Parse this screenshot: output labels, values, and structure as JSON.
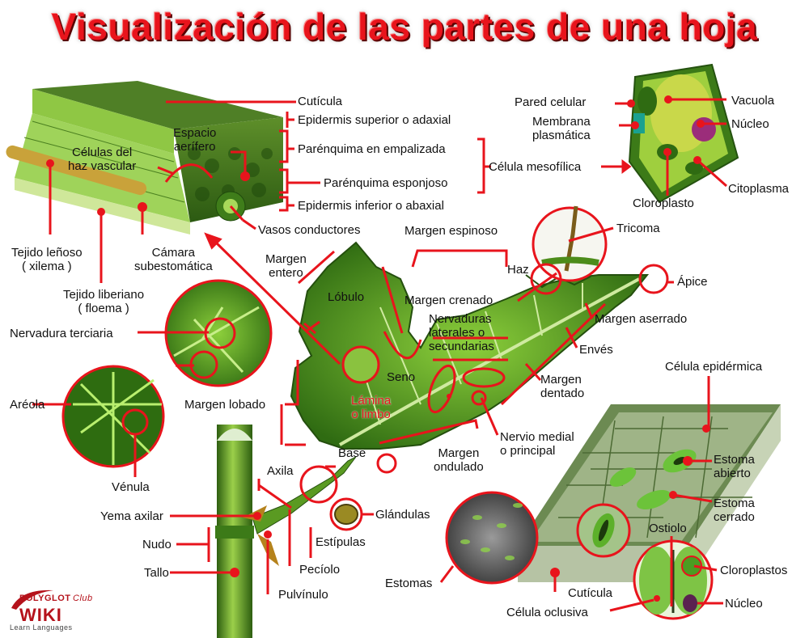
{
  "title": "Visualización de las partes de una hoja",
  "labels": {
    "cuticula_top": "Cutícula",
    "epidermis_superior": "Epidermis superior o adaxial",
    "parenquima_empalizada": "Parénquima en empalizada",
    "parenquima_esponjoso": "Parénquima esponjoso",
    "epidermis_inferior": "Epidermis inferior o abaxial",
    "celula_mesofilica": "Célula mesofílica",
    "espacio_aerifero_1": "Espacio",
    "espacio_aerifero_2": "aerífero",
    "celulas_haz_1": "Células del",
    "celulas_haz_2": "haz vascular",
    "vasos_conductores": "Vasos conductores",
    "tejido_lenoso_1": "Tejido leñoso",
    "tejido_lenoso_2": "( xilema )",
    "camara_1": "Cámara",
    "camara_2": "subestomática",
    "tejido_liberiano_1": "Tejido liberiano",
    "tejido_liberiano_2": "( floema )",
    "pared_celular": "Pared celular",
    "membrana_1": "Membrana",
    "membrana_2": "plasmática",
    "vacuola": "Vacuola",
    "nucleo_top": "Núcleo",
    "citoplasma": "Citoplasma",
    "cloroplasto": "Cloroplasto",
    "tricoma": "Tricoma",
    "margen_espinoso": "Margen espinoso",
    "haz": "Haz",
    "apice": "Ápice",
    "margen_entero_1": "Margen",
    "margen_entero_2": "entero",
    "lobulo": "Lóbulo",
    "margen_crenado": "Margen crenado",
    "margen_aserrado": "Margen aserrado",
    "nervaduras_1": "Nervaduras",
    "nervaduras_2": "laterales o",
    "nervaduras_3": "secundarias",
    "enves": "Envés",
    "nervadura_terciaria": "Nervadura terciaria",
    "seno": "Seno",
    "margen_dentado_1": "Margen",
    "margen_dentado_2": "dentado",
    "celula_epidermica": "Célula epidérmica",
    "areola": "Aréola",
    "margen_lobado": "Margen lobado",
    "lamina_1": "Lámina",
    "lamina_2": "o limbo",
    "nervio_medial_1": "Nervio medial",
    "nervio_medial_2": "o principal",
    "estoma_abierto_1": "Estoma",
    "estoma_abierto_2": "abierto",
    "venula": "Vénula",
    "base": "Base",
    "margen_ondulado_1": "Margen",
    "margen_ondulado_2": "ondulado",
    "estoma_cerrado_1": "Estoma",
    "estoma_cerrado_2": "cerrado",
    "axila": "Axila",
    "yema_axilar": "Yema axilar",
    "glandulas": "Glándulas",
    "ostiolo": "Ostiolo",
    "nudo": "Nudo",
    "estipulas": "Estípulas",
    "cloroplastos": "Cloroplastos",
    "tallo": "Tallo",
    "peciolo": "Pecíolo",
    "estomas": "Estomas",
    "cuticula_bottom": "Cutícula",
    "pulvinulo": "Pulvínulo",
    "nucleo_bottom": "Núcleo",
    "celula_oclusiva": "Célula oclusiva"
  },
  "logo": {
    "line1": "POLYGLOT",
    "line1b": "Club",
    "line2": "WIKI",
    "line3": "Learn Languages"
  },
  "colors": {
    "title": "#e8141c",
    "callout": "#e8141c",
    "leaf_dark": "#2f6b12",
    "leaf_light": "#6fb52c",
    "cell": "#8ccf3b"
  }
}
